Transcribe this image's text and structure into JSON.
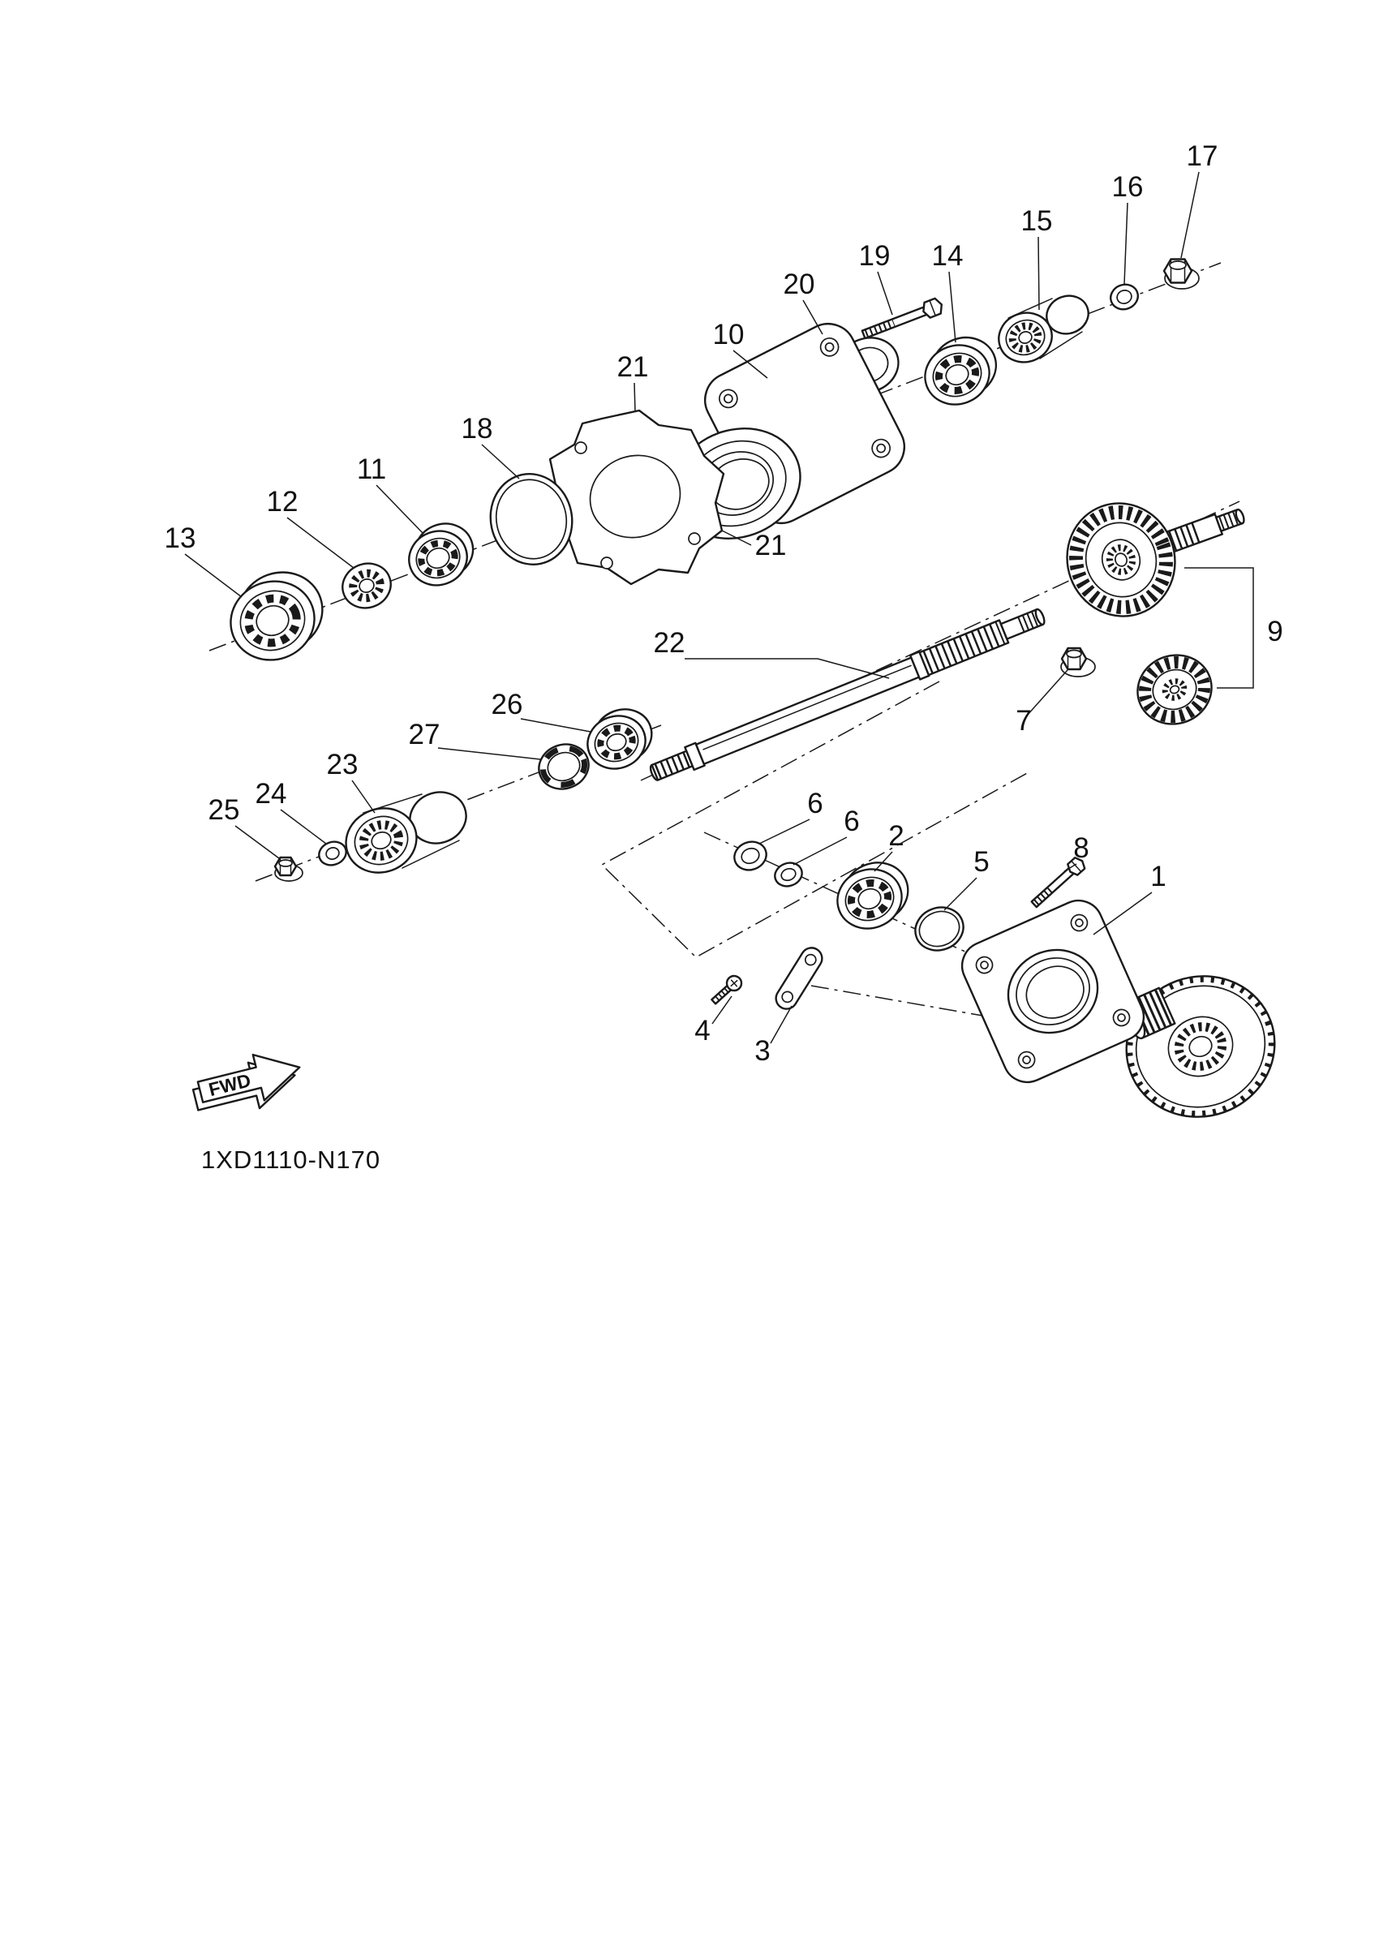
{
  "page": {
    "background_color": "#ffffff",
    "line_color": "#1a1a1a"
  },
  "diagram": {
    "drawing_code": "1XD1110-N170",
    "fwd_label": "FWD",
    "callouts": [
      "17",
      "16",
      "15",
      "19",
      "14",
      "20",
      "10",
      "21",
      "18",
      "11",
      "12",
      "13",
      "21",
      "9",
      "22",
      "7",
      "26",
      "27",
      "23",
      "24",
      "25",
      "6",
      "6",
      "2",
      "5",
      "8",
      "1",
      "4",
      "3"
    ]
  }
}
